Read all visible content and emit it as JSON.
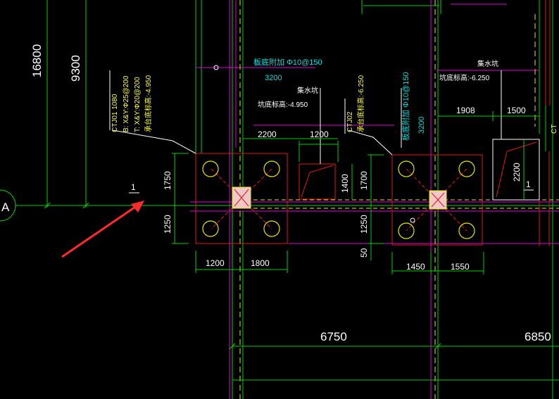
{
  "drawing": {
    "axis_label": "A",
    "section_mark": "1",
    "dims": {
      "d16800": "16800",
      "d9300": "9300",
      "d2200_a": "2200",
      "d1200_a": "1200",
      "d1750": "1750",
      "d1250_a": "1250",
      "d1200_b": "1200",
      "d1800": "1800",
      "d1400": "1400",
      "d1700": "1700",
      "d1250_b": "1250",
      "d50": "50",
      "d1450": "1450",
      "d1550": "1550",
      "d1908": "1908",
      "d1500": "1500",
      "d2200_b": "2200",
      "d3200_a": "3200",
      "d3200_b": "3200",
      "d6750": "6750",
      "d6850": "6850"
    },
    "notes": {
      "reinf_top": "板底附加 Φ10@150",
      "reinf_right": "板底附加 Φ10@150",
      "pit_a": "集水坑",
      "pit_a_level": "坑底标高:-4.950",
      "pit_b": "集水坑",
      "pit_b_level": "坑底标高:-6.250",
      "pit_b_partial": "CT"
    },
    "ctj01": {
      "line1": "CTJ01 1080",
      "line2": "B: X&Y:Φ25@200",
      "line3": "T: X&Y:Φ20@200",
      "line4": "承台底标高:-4.950"
    },
    "ctj02": {
      "line1": "CTJ02",
      "line2": "承台底标高:-6.250"
    },
    "colors": {
      "green": "#00e000",
      "red": "#e01818",
      "magenta": "#e000e0",
      "yellow": "#e8e800",
      "cyan": "#00e0e0",
      "white": "#ffffff",
      "arrow": "#ff2a2a"
    }
  }
}
